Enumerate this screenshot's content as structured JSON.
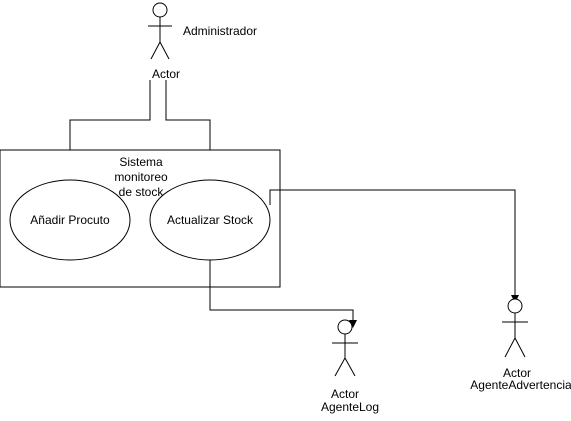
{
  "system": {
    "title_lines": [
      "Sistema",
      "monitoreo",
      "de stock"
    ]
  },
  "use_cases": {
    "add_product": "Añadir Procuto",
    "update_stock": "Actualizar Stock"
  },
  "actors": {
    "admin": {
      "name": "Administrador",
      "type": "Actor"
    },
    "log": {
      "type": "Actor",
      "name": "AgenteLog"
    },
    "warning": {
      "type": "Actor",
      "name": "AgenteAdvertencia"
    }
  },
  "colors": {
    "stroke": "#000000",
    "background": "#ffffff"
  }
}
